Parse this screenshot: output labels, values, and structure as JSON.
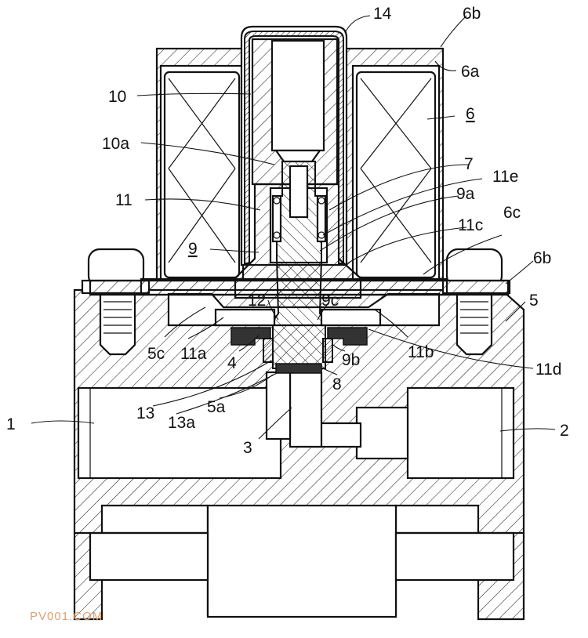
{
  "labels": {
    "l14": "14",
    "l6b_top": "6b",
    "l6a": "6a",
    "l6": "6",
    "l10": "10",
    "l10a": "10a",
    "l7": "7",
    "l11e": "11e",
    "l11": "11",
    "l9a": "9a",
    "l11c": "11c",
    "l6c": "6c",
    "l9": "9",
    "l6b_right": "6b",
    "l12": "12",
    "l9c": "9c",
    "l5": "5",
    "l5c": "5c",
    "l11a": "11a",
    "l11b": "11b",
    "l4": "4",
    "l9b": "9b",
    "l11d": "11d",
    "l8": "8",
    "l13": "13",
    "l13a": "13a",
    "l5a": "5a",
    "l1": "1",
    "l2": "2",
    "l3": "3"
  },
  "watermark": "PV001.COM"
}
